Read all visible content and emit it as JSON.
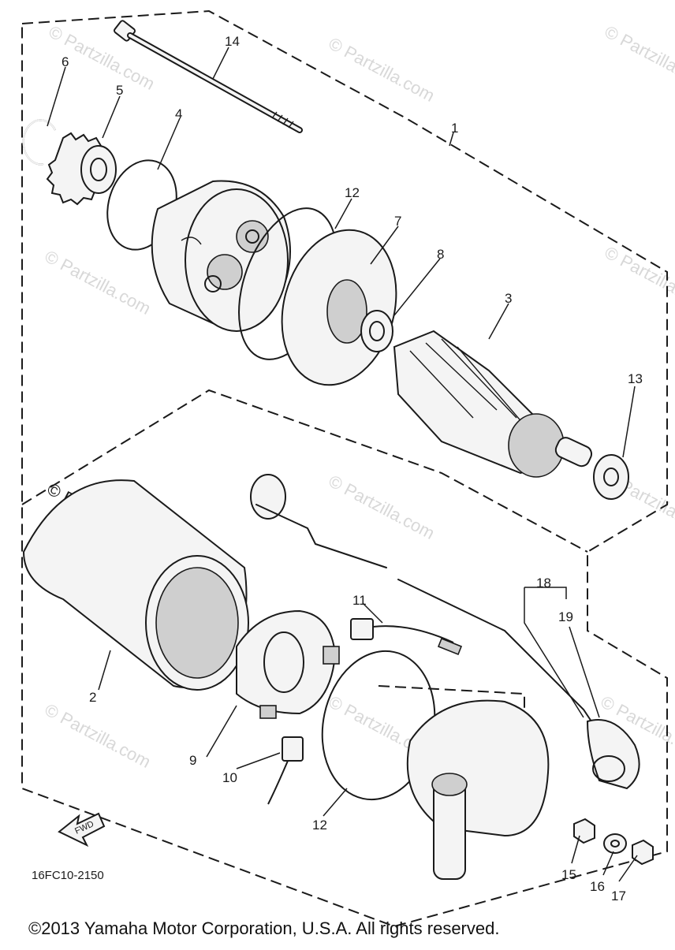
{
  "diagram": {
    "watermark": "© Partzilla.com",
    "fwd_label": "FWD",
    "figure_code": "16FC10-2150",
    "copyright": "©2013 Yamaha Motor Corporation, U.S.A. All rights reserved.",
    "callouts": {
      "c1": "1",
      "c2": "2",
      "c3": "3",
      "c4": "4",
      "c5": "5",
      "c6": "6",
      "c7": "7",
      "c8": "8",
      "c9": "9",
      "c10": "10",
      "c11": "11",
      "c12a": "12",
      "c12b": "12",
      "c13": "13",
      "c14": "14",
      "c15": "15",
      "c16": "16",
      "c17": "17",
      "c18": "18",
      "c19": "19"
    }
  }
}
